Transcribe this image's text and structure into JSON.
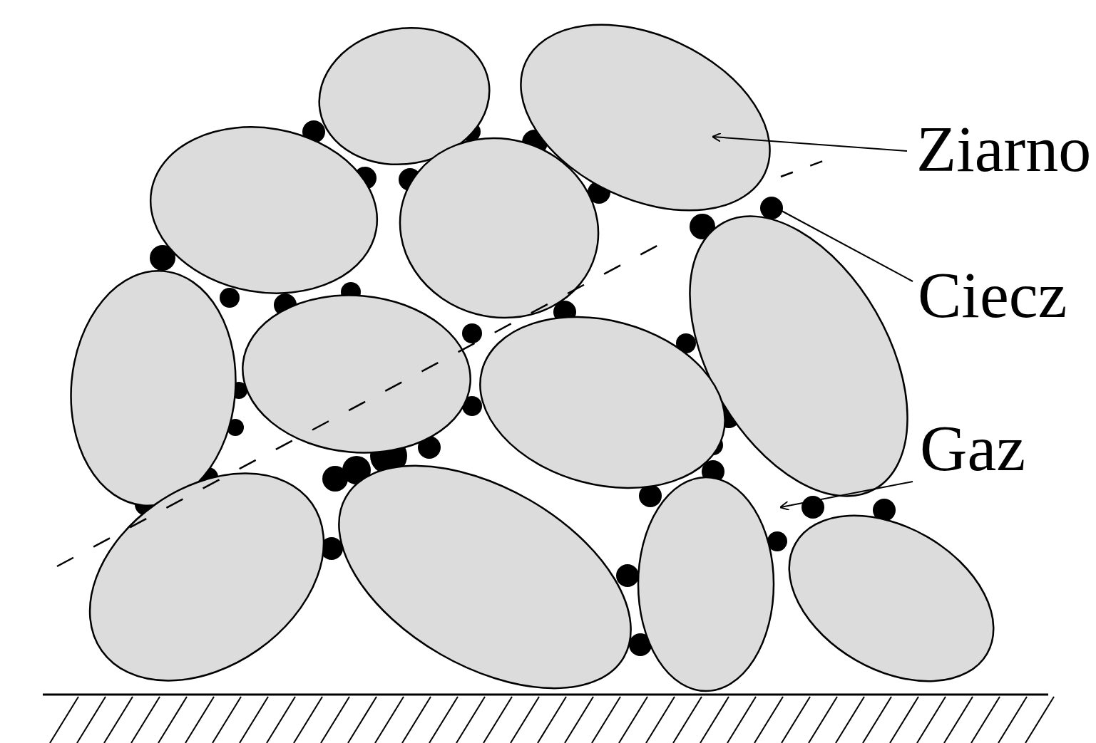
{
  "diagram": {
    "labels": [
      "Ziarno",
      "Ciecz",
      "Gaz"
    ]
  }
}
